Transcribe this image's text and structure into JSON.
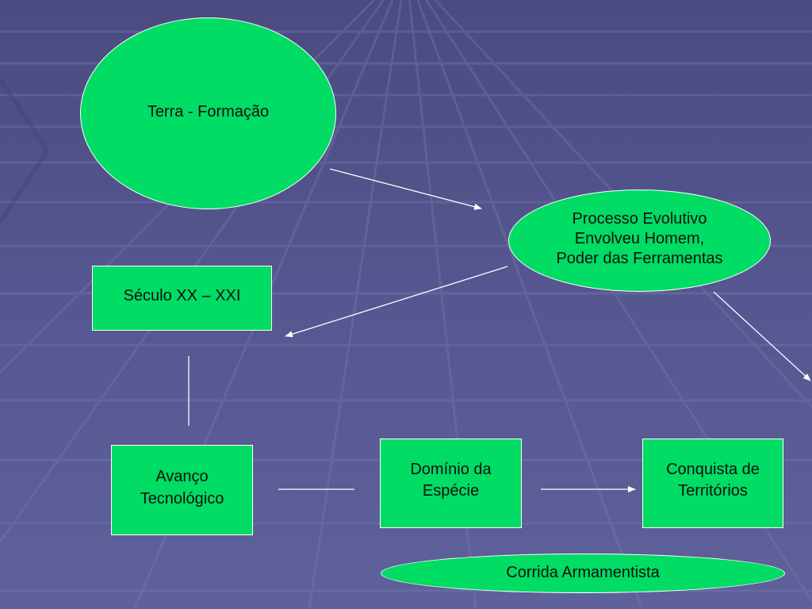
{
  "slide": {
    "nodes": {
      "terra": "Terra - Formação",
      "processo": "Processo Evolutivo\nEnvolveu Homem,\nPoder das Ferramentas",
      "seculo": "Século XX – XXI",
      "avanco": "Avanço\nTecnológico",
      "dominio": "Domínio da\nEspécie",
      "conquista": "Conquista de\nTerritórios",
      "corrida": "Corrida Armamentista"
    },
    "colors": {
      "node_fill": "#00dc64",
      "node_border": "#ffffff",
      "background": "#55568f",
      "connector": "#ffffff"
    }
  }
}
